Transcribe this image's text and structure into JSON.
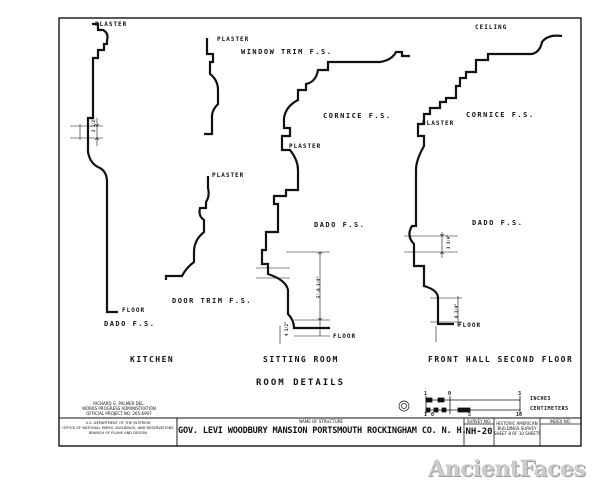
{
  "labels": {
    "plaster_kitchen": "PLASTER",
    "plaster_window": "PLASTER",
    "window_trim": "WINDOW TRIM F.S.",
    "ceiling": "CEILING",
    "cornice_sitting": "CORNICE F.S.",
    "cornice_hall": "CORNICE F.S.",
    "plaster_cornice_sitting": "PLASTER",
    "plaster_cornice_hall": "PLASTER",
    "plaster_door": "PLASTER",
    "dado_sitting": "DADO F.S.",
    "dado_hall": "DADO F.S.",
    "door_trim": "DOOR TRIM F.S.",
    "floor_kitchen": "FLOOR",
    "dado_kitchen": "DADO F.S.",
    "floor_sitting": "FLOOR",
    "floor_hall": "FLOOR",
    "kitchen": "KITCHEN",
    "sitting_room": "SITTING ROOM",
    "front_hall": "FRONT HALL  SECOND FLOOR",
    "room_details": "ROOM DETAILS",
    "dim_kitchen": "2 1/2\"",
    "dim_sitting_a": "5'-6 3/4\"",
    "dim_sitting_b": "4 1/2\"",
    "dim_hall_a": "3 3/4\"",
    "dim_hall_b": "6 3/4\""
  },
  "scale": {
    "inches_label": "INCHES",
    "cm_label": "CENTIMETERS",
    "inch_ticks": [
      "1",
      "0",
      "3"
    ],
    "cm_ticks": [
      "1",
      "0",
      "5",
      "10"
    ]
  },
  "title_block": {
    "credit": [
      "RICHARD G. PALMER  DEL.",
      "WORKS PROGRESS ADMINISTRATION",
      "OFFICIAL PROJECT NO. 265-6907"
    ],
    "agency": [
      "U.S. DEPARTMENT OF THE INTERIOR",
      "OFFICE OF NATIONAL PARKS, BUILDINGS, AND RESERVATIONS",
      "BRANCH OF PLANS AND DESIGN"
    ],
    "name_header": "NAME OF STRUCTURE",
    "structure_name": "GOV. LEVI WOODBURY MANSION PORTSMOUTH ROCKINGHAM CO. N. H.",
    "survey_no_header": "SURVEY NO.",
    "survey_no": "NH-20",
    "survey": [
      "HISTORIC AMERICAN",
      "BUILDINGS SURVEY",
      "SHEET 8 OF 10 SHEETS"
    ],
    "index_header": "INDEX NO."
  },
  "watermark": "AncientFaces"
}
